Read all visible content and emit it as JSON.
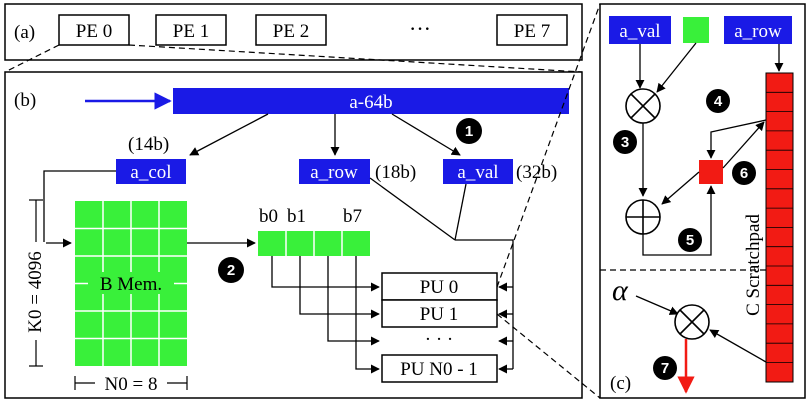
{
  "colors": {
    "blue": "#1a1ae6",
    "green": "#39f03a",
    "red": "#f21b14",
    "black": "#000000",
    "white": "#ffffff"
  },
  "panel_a": {
    "label": "(a)",
    "pe_boxes": [
      "PE 0",
      "PE 1",
      "PE 2",
      "PE 7"
    ],
    "ellipsis": "···"
  },
  "panel_b": {
    "label": "(b)",
    "a64_label": "a-64b",
    "acol_label": "a_col",
    "acol_bits": "(14b)",
    "arow_label": "a_row",
    "arow_bits": "(18b)",
    "aval_label": "a_val",
    "aval_bits": "(32b)",
    "bmem_label": "B Mem.",
    "k0_label": "K0 = 4096",
    "n0_label": "N0 = 8",
    "buffer_labels": [
      "b0",
      "b1",
      "b7"
    ],
    "pu_labels": [
      "PU  0",
      "PU  1",
      "PU N0 - 1"
    ],
    "pu_ellipsis": "· · ·",
    "step_1": "1",
    "step_2": "2"
  },
  "panel_c": {
    "label": "(c)",
    "aval_label": "a_val",
    "arow_label": "a_row",
    "scratchpad_label": "C  Scratchpad",
    "alpha_label": "α",
    "steps": [
      "3",
      "4",
      "5",
      "6",
      "7"
    ]
  }
}
